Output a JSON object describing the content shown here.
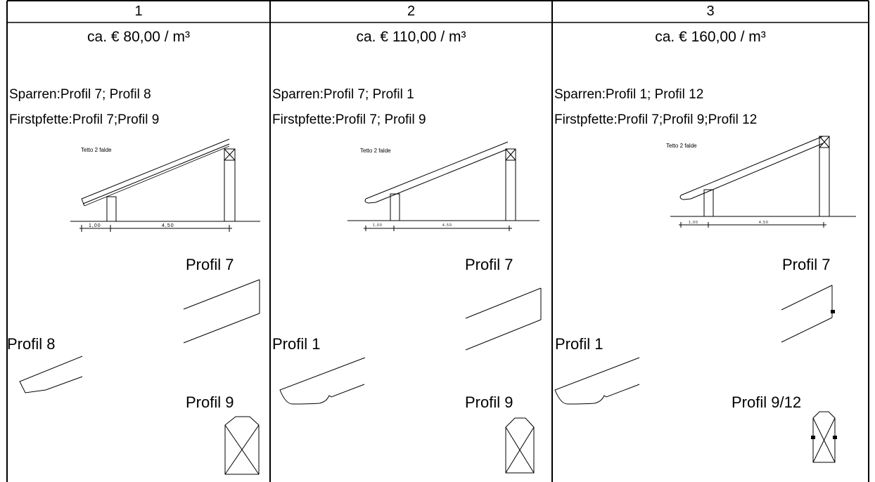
{
  "columns": [
    {
      "number": "1",
      "price": "ca. € 80,00 / m³",
      "sparren": "Sparren:Profil 7; Profil 8",
      "firstpfette": "Firstpfette:Profil 7;Profil 9",
      "diagram_title": "Tetto 2 falde",
      "dim_left": "1,00",
      "dim_right": "4,50",
      "label_top": "Profil 7",
      "label_mid": "Profil 8",
      "label_bottom": "Profil 9"
    },
    {
      "number": "2",
      "price": "ca. € 110,00 / m³",
      "sparren": "Sparren:Profil 7; Profil 1",
      "firstpfette": "Firstpfette:Profil 7; Profil 9",
      "diagram_title": "Tetto 2 falde",
      "dim_left": "1,00",
      "dim_right": "4,50",
      "label_top": "Profil 7",
      "label_mid": "Profil 1",
      "label_bottom": "Profil 9"
    },
    {
      "number": "3",
      "price": "ca. € 160,00 / m³",
      "sparren": "Sparren:Profil 1; Profil 12",
      "firstpfette": "Firstpfette:Profil 7;Profil 9;Profil 12",
      "diagram_title": "Tetto 2 falde",
      "dim_left": "1,00",
      "dim_right": "4,50",
      "label_top": "Profil 7",
      "label_mid": "Profil 1",
      "label_bottom": "Profil 9/12"
    }
  ]
}
